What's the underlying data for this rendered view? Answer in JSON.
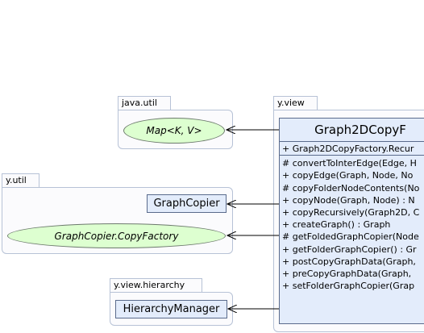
{
  "packages": {
    "java_util": "java.util",
    "y_view": "y.view",
    "y_util": "y.util",
    "y_view_hierarchy": "y.view.hierarchy"
  },
  "nodes": {
    "map": "Map<K, V>",
    "graph_copier": "GraphCopier",
    "copy_factory": "GraphCopier.CopyFactory",
    "hierarchy_manager": "HierarchyManager"
  },
  "main_class": {
    "title": "Graph2DCopyF",
    "constructor": "+ Graph2DCopyFactory.Recur",
    "methods": [
      "# convertToInterEdge(Edge, H",
      "+ copyEdge(Graph, Node, No",
      "# copyFolderNodeContents(No",
      "+ copyNode(Graph, Node) : N",
      "+ copyRecursively(Graph2D, C",
      "+ createGraph() : Graph",
      "# getFoldedGraphCopier(Node",
      "+ getFolderGraphCopier() : Gr",
      "+ postCopyGraphData(Graph,",
      "+ preCopyGraphData(Graph,",
      "+ setFolderGraphCopier(Grap"
    ]
  },
  "colors": {
    "class_fill": "#e3ecfb",
    "interface_fill": "#ddffd0",
    "package_border": "#b7c2d6"
  }
}
